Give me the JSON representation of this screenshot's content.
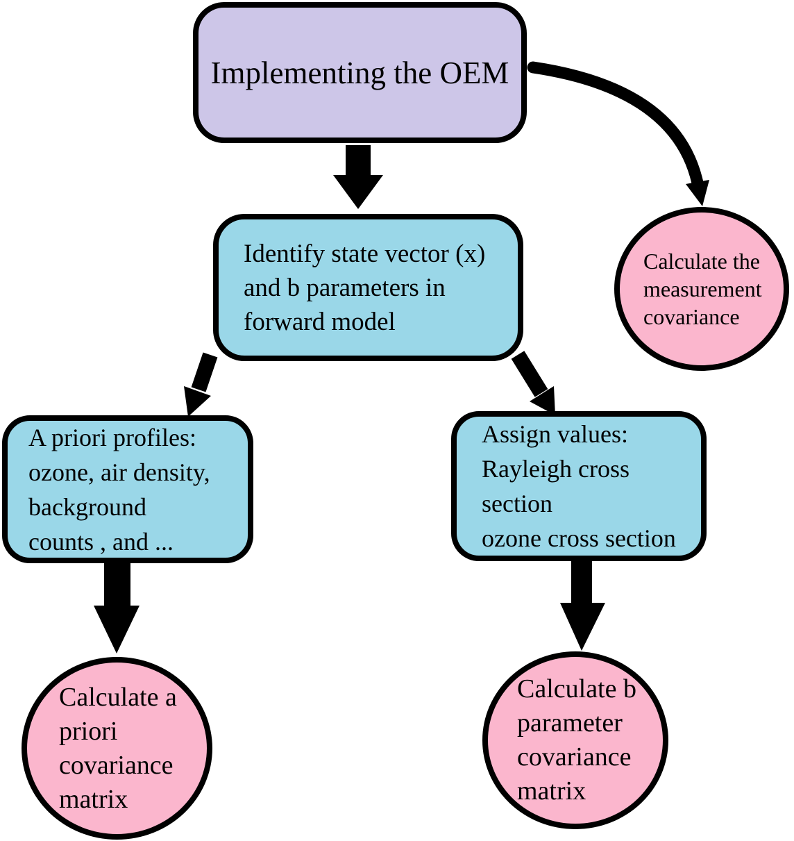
{
  "diagram": {
    "type": "flowchart",
    "background": "#ffffff",
    "colors": {
      "box_purple": "#cdc6e8",
      "box_cyan": "#9ad7e8",
      "circle_pink": "#fbb6cd",
      "outline": "#000000",
      "arrow": "#000000",
      "text": "#000000"
    },
    "nodes": {
      "implement_oem": {
        "shape": "rounded-rectangle",
        "fill": "#cdc6e8",
        "label": "Implementing the OEM"
      },
      "identify_state": {
        "shape": "rounded-rectangle",
        "fill": "#9ad7e8",
        "lines": [
          "Identify state vector (x)",
          "and b parameters in",
          "forward model"
        ]
      },
      "calc_measurement_cov": {
        "shape": "circle",
        "fill": "#fbb6cd",
        "lines": [
          "Calculate the",
          "measurement",
          "covariance"
        ]
      },
      "apriori_profiles": {
        "shape": "rounded-rectangle",
        "fill": "#9ad7e8",
        "lines": [
          "A priori profiles:",
          "ozone, air density,",
          "background",
          "counts , and ..."
        ]
      },
      "assign_values": {
        "shape": "rounded-rectangle",
        "fill": "#9ad7e8",
        "lines": [
          "Assign values:",
          "Rayleigh cross",
          "section",
          "ozone cross section"
        ]
      },
      "calc_apriori_cov": {
        "shape": "circle",
        "fill": "#fbb6cd",
        "lines": [
          "Calculate a",
          "priori",
          "covariance",
          "matrix"
        ]
      },
      "calc_bparam_cov": {
        "shape": "circle",
        "fill": "#fbb6cd",
        "lines": [
          "Calculate b",
          "parameter",
          "covariance",
          "matrix"
        ]
      }
    },
    "edges": [
      {
        "from": "implement_oem",
        "to": "identify_state",
        "style": "thick-straight-down"
      },
      {
        "from": "implement_oem",
        "to": "calc_measurement_cov",
        "style": "thick-curved"
      },
      {
        "from": "identify_state",
        "to": "apriori_profiles",
        "style": "thick-diagonal"
      },
      {
        "from": "identify_state",
        "to": "assign_values",
        "style": "thick-diagonal"
      },
      {
        "from": "apriori_profiles",
        "to": "calc_apriori_cov",
        "style": "thick-straight-down"
      },
      {
        "from": "assign_values",
        "to": "calc_bparam_cov",
        "style": "thick-straight-down"
      }
    ]
  }
}
